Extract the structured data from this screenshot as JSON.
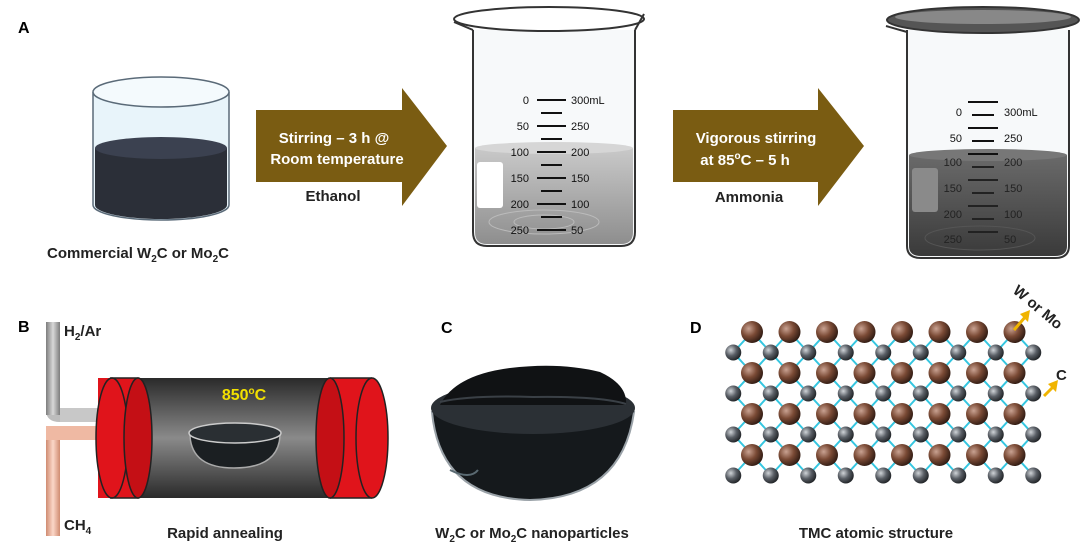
{
  "panels": {
    "a": {
      "label": "A",
      "powder_caption_main": "Commercial W",
      "powder_caption_sub1": "2",
      "powder_caption_mid": "C or Mo",
      "powder_caption_sub2": "2",
      "powder_caption_end": "C",
      "arrow1": {
        "line1": "Stirring – 3 h @",
        "line2": "Room temperature",
        "below": "Ethanol"
      },
      "arrow2": {
        "line1": "Vigorous stirring",
        "line2_pre": "at 85",
        "line2_sup": "o",
        "line2_post": "C – 5 h",
        "below": "Ammonia"
      },
      "beaker_left_scale": [
        "0",
        "50",
        "100",
        "150",
        "200",
        "250"
      ],
      "beaker_right_scale": [
        "300mL",
        "250",
        "200",
        "150",
        "100",
        "50"
      ]
    },
    "b": {
      "label": "B",
      "gas_top_main": "H",
      "gas_top_sub": "2",
      "gas_top_end": "/Ar",
      "gas_bottom_main": "CH",
      "gas_bottom_sub": "4",
      "temp_pre": "850",
      "temp_sup": "o",
      "temp_post": "C",
      "caption": "Rapid annealing"
    },
    "c": {
      "label": "C",
      "caption_main": "W",
      "caption_sub1": "2",
      "caption_mid": "C or Mo",
      "caption_sub2": "2",
      "caption_end": "C nanoparticles"
    },
    "d": {
      "label": "D",
      "atom_label_metal": "W or Mo",
      "atom_label_carbon": "C",
      "caption": "TMC atomic structure"
    }
  },
  "colors": {
    "arrow": "#7a5c12",
    "tube_red": "#e0141b",
    "temp_text": "#f2e000",
    "bond": "#34c6e0",
    "metal_atom": "#7a4a35",
    "carbon_atom": "#555a60",
    "pointer": "#f0b400"
  }
}
